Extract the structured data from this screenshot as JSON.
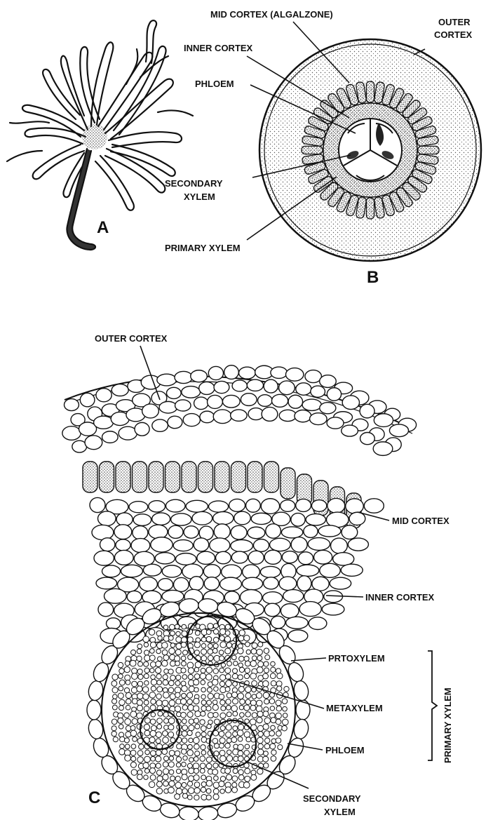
{
  "figure_a": {
    "letter": "A"
  },
  "figure_b": {
    "letter": "B",
    "labels": {
      "mid_cortex": "MID CORTEX (ALGALZONE)",
      "outer_cortex_1": "OUTER",
      "outer_cortex_2": "CORTEX",
      "inner_cortex": "INNER CORTEX",
      "phloem": "PHLOEM",
      "secondary_xylem_1": "SECONDARY",
      "secondary_xylem_2": "XYLEM",
      "primary_xylem": "PRIMARY XYLEM"
    }
  },
  "figure_c": {
    "letter": "C",
    "labels": {
      "outer_cortex": "OUTER CORTEX",
      "mid_cortex": "MID CORTEX",
      "inner_cortex": "INNER CORTEX",
      "protoxylem": "PRTOXYLEM",
      "metaxylem": "METAXYLEM",
      "phloem": "PHLOEM",
      "secondary_xylem_1": "SECONDARY",
      "secondary_xylem_2": "XYLEM",
      "primary_xylem_bracket": "PRIMARY XYLEM"
    }
  },
  "colors": {
    "ink": "#111111",
    "stipple": "#555555",
    "background": "#ffffff"
  }
}
